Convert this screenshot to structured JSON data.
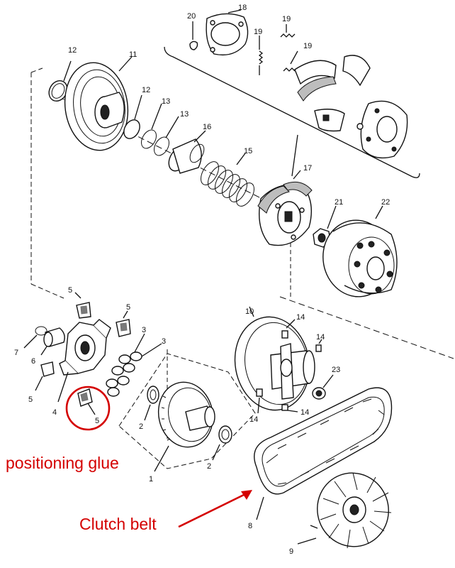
{
  "callouts": [
    {
      "id": "c20",
      "label": "20"
    },
    {
      "id": "c18",
      "label": "18"
    },
    {
      "id": "c19a",
      "label": "19"
    },
    {
      "id": "c19b",
      "label": "19"
    },
    {
      "id": "c19c",
      "label": "19"
    },
    {
      "id": "c12a",
      "label": "12"
    },
    {
      "id": "c11",
      "label": "11"
    },
    {
      "id": "c12b",
      "label": "12"
    },
    {
      "id": "c13a",
      "label": "13"
    },
    {
      "id": "c13b",
      "label": "13"
    },
    {
      "id": "c16",
      "label": "16"
    },
    {
      "id": "c15",
      "label": "15"
    },
    {
      "id": "c17",
      "label": "17"
    },
    {
      "id": "c21",
      "label": "21"
    },
    {
      "id": "c22",
      "label": "22"
    },
    {
      "id": "c5a",
      "label": "5"
    },
    {
      "id": "c5b",
      "label": "5"
    },
    {
      "id": "c3a",
      "label": "3"
    },
    {
      "id": "c3b",
      "label": "3"
    },
    {
      "id": "c7",
      "label": "7"
    },
    {
      "id": "c6",
      "label": "6"
    },
    {
      "id": "c5c",
      "label": "5"
    },
    {
      "id": "c4",
      "label": "4"
    },
    {
      "id": "c5d",
      "label": "5"
    },
    {
      "id": "c10",
      "label": "10"
    },
    {
      "id": "c14a",
      "label": "14"
    },
    {
      "id": "c14b",
      "label": "14"
    },
    {
      "id": "c23",
      "label": "23"
    },
    {
      "id": "c14c",
      "label": "14"
    },
    {
      "id": "c14d",
      "label": "14"
    },
    {
      "id": "c2a",
      "label": "2"
    },
    {
      "id": "c2b",
      "label": "2"
    },
    {
      "id": "c1",
      "label": "1"
    },
    {
      "id": "c8",
      "label": "8"
    },
    {
      "id": "c9",
      "label": "9"
    }
  ],
  "annotations": {
    "positioning_glue": "positioning glue",
    "clutch_belt": "Clutch belt"
  },
  "colors": {
    "annotation": "#d40000",
    "line": "#111111"
  }
}
